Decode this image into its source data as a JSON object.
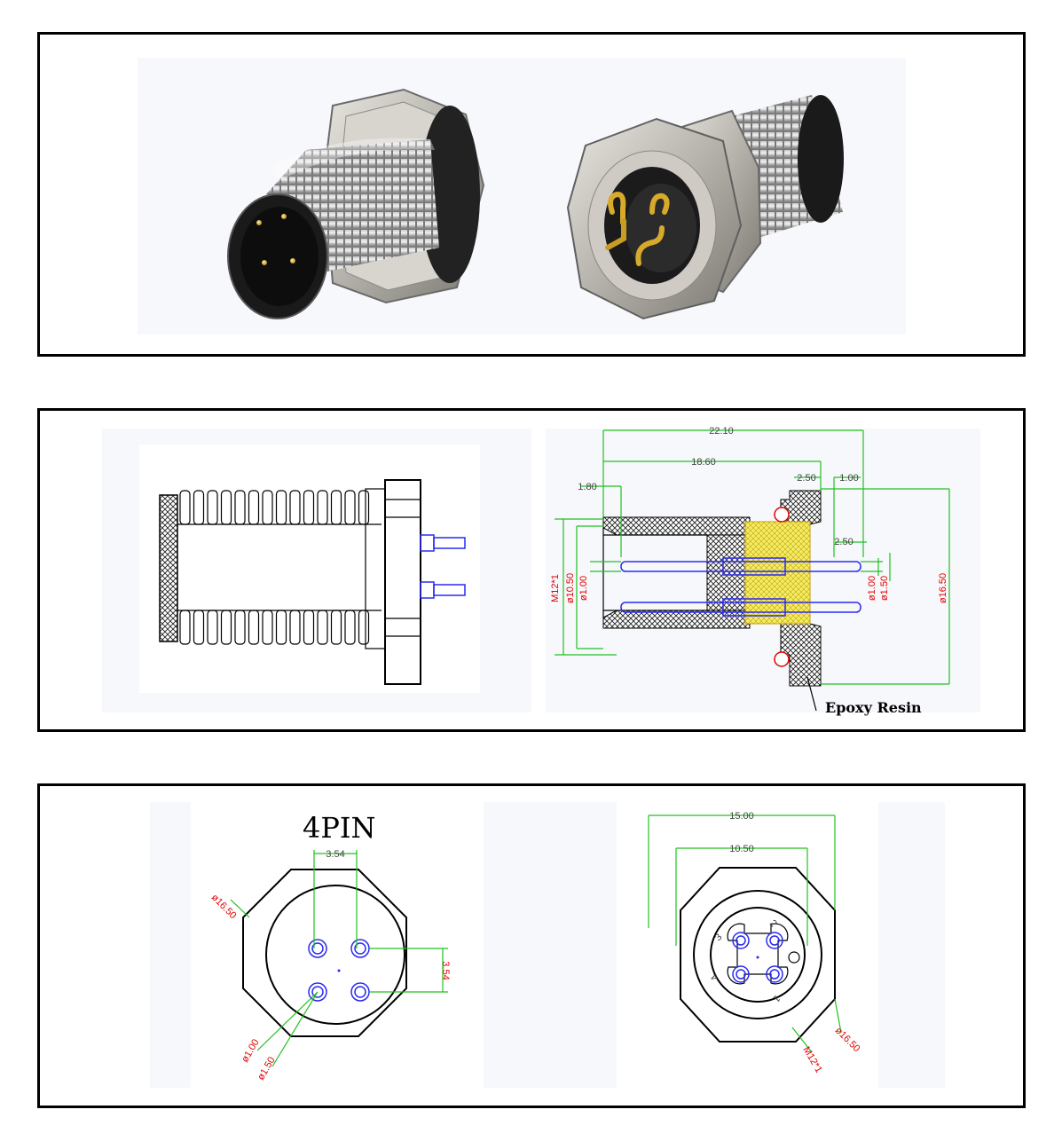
{
  "panels": {
    "photo": {
      "left_view": "connector-front-view",
      "right_view": "connector-rear-view"
    },
    "side_views": {
      "dims": {
        "d1": "22.10",
        "d2": "18.60",
        "d3": "2.50",
        "d4": "1.00",
        "d5": "1.80",
        "d6": "2.50",
        "d7": "M12*1",
        "d8": "ø10.50",
        "d9": "ø1.00",
        "d10": "ø1.00",
        "d11": "ø1.50",
        "d12": "ø16.50"
      },
      "epoxy_label": "Epoxy Resin"
    },
    "pin_views": {
      "title": "4PIN",
      "left_dims": {
        "pitch_h": "3.54",
        "pitch_v": "3.54",
        "hex": "ø16.50",
        "pin_d1": "ø1.00",
        "pin_d2": "ø1.50"
      },
      "right_dims": {
        "outer": "15.00",
        "inner": "10.50",
        "hex": "ø16.50",
        "thread": "M12*1"
      },
      "pin_numbers": [
        "1",
        "2",
        "3",
        "4"
      ]
    }
  },
  "colors": {
    "border": "#000000",
    "dimension_line": "#20c020",
    "dimension_text_red": "#e00000",
    "pin_blue": "#2a2af0",
    "epoxy_yellow": "#f2ee6a"
  }
}
